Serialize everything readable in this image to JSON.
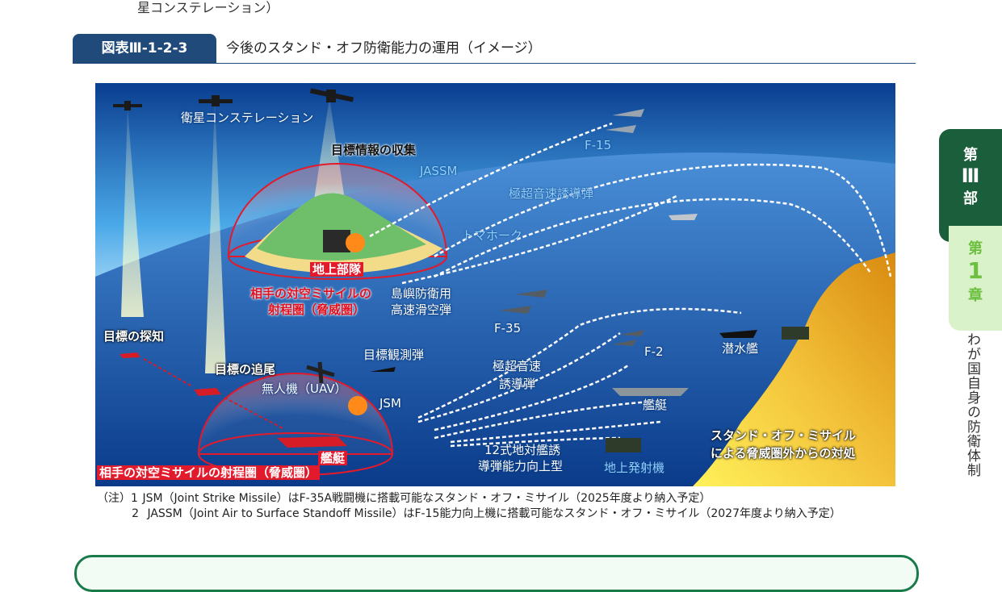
{
  "top_text": "星コンステレーション）",
  "figure": {
    "label": "図表Ⅲ-1-2-3",
    "title": "今後のスタンド・オフ防衛能力の運用（イメージ）"
  },
  "diagram": {
    "satellite_constellation": "衛星コンステレーション",
    "target_info_collection": "目標情報の収集",
    "jassm": "JASSM",
    "f15": "F-15",
    "hypersonic_missile": "極超音速誘導弾",
    "tomahawk": "トマホーク",
    "ground_unit": "地上部隊",
    "enemy_sam_range_1_line1": "相手の対空ミサイルの",
    "enemy_sam_range_1_line2": "射程圏（脅威圏）",
    "island_glide_line1": "島嶼防衛用",
    "island_glide_line2": "高速滑空弾",
    "target_detection": "目標の探知",
    "f35": "F-35",
    "target_tracking": "目標の追尾",
    "target_observation_missile": "目標観測弾",
    "uav": "無人機（UAV）",
    "hypersonic_line1": "極超音速",
    "hypersonic_line2": "誘導弾",
    "f2": "F-2",
    "submarine": "潜水艦",
    "jsm": "JSM",
    "ship_enemy": "艦艇",
    "ship_own": "艦艇",
    "type12_line1": "12式地対艦誘",
    "type12_line2": "導弾能力向上型",
    "ground_launcher": "地上発射機",
    "standoff_line1": "スタンド・オフ・ミサイル",
    "standoff_line2": "による脅威圏外からの対処",
    "enemy_sam_range_2": "相手の対空ミサイルの射程圏（脅威圏）"
  },
  "notes": [
    {
      "prefix": "（注）1",
      "text": "JSM（Joint Strike Missile）はF-35A戦闘機に搭載可能なスタンド・オフ・ミサイル（2025年度より納入予定）"
    },
    {
      "prefix": "2",
      "text": "JASSM（Joint Air to Surface Standoff Missile）はF-15能力向上機に搭載可能なスタンド・オフ・ミサイル（2027年度より納入予定）"
    }
  ],
  "side_tab": {
    "part_1": "第",
    "part_2": "Ⅲ",
    "part_3": "部",
    "chapter_1": "第",
    "chapter_2": "1",
    "chapter_3": "章",
    "chapter_title": "わが国自身の防衛体制"
  },
  "colors": {
    "header_navy": "#1f4a7a",
    "tab_green": "#1b5e3b",
    "threat_red": "#e31a2b"
  }
}
